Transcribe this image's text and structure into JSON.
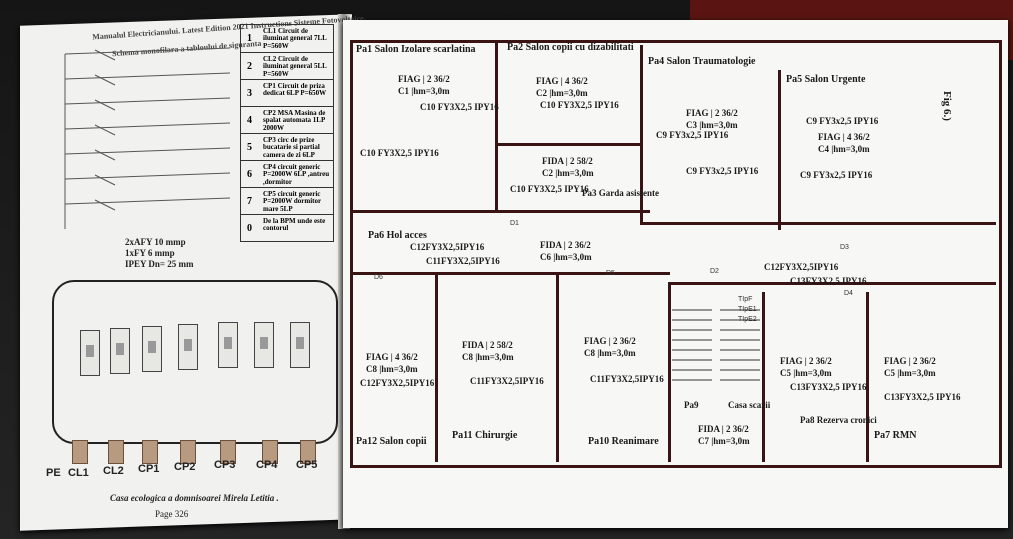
{
  "left_page": {
    "header_lines": [
      "Manualul Electricianului. Latest Edition 2021 Instructions Sisteme Fotovoltaice.",
      "Schema monofilara a tabloului de siguranta"
    ],
    "circuit_table": [
      {
        "num": "1",
        "text": "CL1 Circuit de iluminat general 7LL P=560W"
      },
      {
        "num": "2",
        "text": "CL2 Circuit de iluminat general 5LL P=560W"
      },
      {
        "num": "3",
        "text": "CP1 Circuit de priza dedicat 6LP P=650W"
      },
      {
        "num": "4",
        "text": "CP2 MSA Masina de spalat automata 1LP 2000W"
      },
      {
        "num": "5",
        "text": "CP3 circ de prize bucatarie si partial camera de zi 6LP"
      },
      {
        "num": "6",
        "text": "CP4 circuit generic P=2000W 6LP ,antreu ,dormitor"
      },
      {
        "num": "7",
        "text": "CP5 circuit generic P=2000W dormitor mare 5LP"
      },
      {
        "num": "0",
        "text": "De la BPM unde este contorul"
      }
    ],
    "feed_notes": [
      "2xAFY 10 mmp",
      "1xFY 6 mmp",
      "IPEY Dn= 25 mm"
    ],
    "terminal_labels": [
      "PE",
      "CL1",
      "CL2",
      "CP1",
      "CP2",
      "CP3",
      "CP4",
      "CP5"
    ],
    "caption": "Casa ecologica  a domnisoarei Mirela Letitia .",
    "page": "Page 326"
  },
  "right_page": {
    "fig": "Fig 6.)",
    "rooms": [
      {
        "id": "pa1",
        "name": "Pa1 Salon Izolare scarlatina"
      },
      {
        "id": "pa2",
        "name": "Pa2 Salon copii cu dizabilitati"
      },
      {
        "id": "pa3",
        "name": "Pa3 Garda asistente"
      },
      {
        "id": "pa4",
        "name": "Pa4 Salon Traumatologie"
      },
      {
        "id": "pa5",
        "name": "Pa5 Salon Urgente"
      },
      {
        "id": "pa6",
        "name": "Pa6 Hol acces"
      },
      {
        "id": "pa7",
        "name": "Pa7 RMN"
      },
      {
        "id": "pa8",
        "name": "Pa8 Rezerva cronici"
      },
      {
        "id": "pa9",
        "name": "Pa9"
      },
      {
        "id": "casa",
        "name": "Casa scarii"
      },
      {
        "id": "pa10",
        "name": "Pa10 Reanimare"
      },
      {
        "id": "pa11",
        "name": "Pa11 Chirurgie"
      },
      {
        "id": "pa12",
        "name": "Pa12 Salon copii"
      }
    ],
    "fixtures": {
      "c1": "FIAG | 2 36/2",
      "c1b": "C1  |hm=3,0m",
      "c2": "FIAG | 4 36/2",
      "c2b": "C2  |hm=3,0m",
      "c3": "FIAG | 2 36/2",
      "c3b": "C3  |hm=3,0m",
      "c4": "FIAG | 4 36/2",
      "c4b": "C4  |hm=3,0m",
      "c6": "FIDA | 2 36/2",
      "c6b": "C6  |hm=3,0m",
      "c8a": "FIAG | 4 36/2",
      "c8ab": "C8  |hm=3,0m",
      "c8b": "FIDA | 2 58/2",
      "c8bb": "C8  |hm=3,0m",
      "c8c": "FIAG | 2 36/2",
      "c8cb": "C8  |hm=3,0m",
      "c5a": "FIAG | 2 36/2",
      "c5ab": "C5  |hm=3,0m",
      "c5b": "FIAG | 2 36/2",
      "c5bb": "C5  |hm=3,0m",
      "c7": "FIDA | 2 36/2",
      "c7b": "C7  |hm=3,0m",
      "garda": "FIDA | 2 58/2",
      "gardab": "C2  |hm=3,0m"
    },
    "cables": {
      "pa1": "C10 FY3X2,5 IPY16",
      "pa1b": "C10 FY3X2,5 IPY16",
      "pa2": "C10 FY3X2,5 IPY16",
      "pa3": "C10 FY3X2,5 IPY16",
      "pa4": "C9 FY3x2,5 IPY16",
      "pa4b": "C9 FY3x2,5 IPY16",
      "pa5": "C9 FY3x2,5 IPY16",
      "pa5b": "C9 FY3x2,5 IPY16",
      "hol1": "C12FY3X2,5IPY16",
      "hol2": "C11FY3X2,5IPY16",
      "hol3": "C12FY3X2,5IPY16",
      "hol4": "C13FY3X2,5 IPY16",
      "pa12": "C12FY3X2,5IPY16",
      "pa11": "C11FY3X2,5IPY16",
      "pa10": "C11FY3X2,5IPY16",
      "pa8": "C13FY3X2,5 IPY16",
      "pa7": "C13FY3X2,5 IPY16"
    },
    "tags": [
      "D1",
      "D2",
      "D3",
      "D4",
      "D5",
      "D6",
      "TIpF",
      "TIpE1",
      "TIpE2"
    ]
  }
}
